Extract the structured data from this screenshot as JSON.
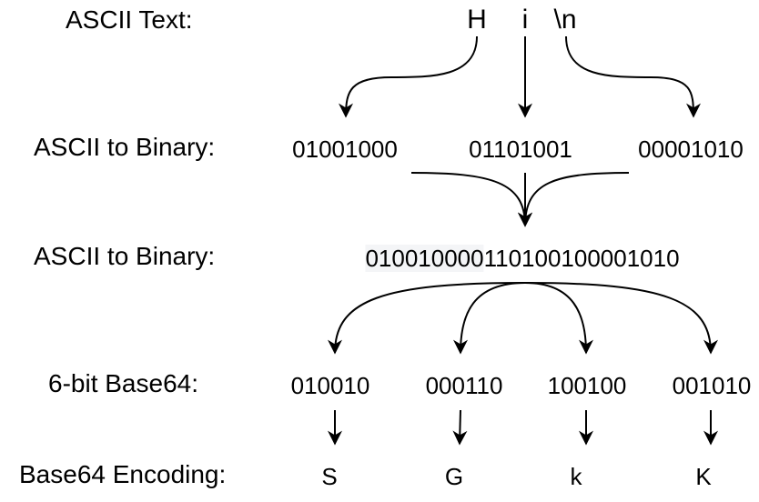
{
  "rows": {
    "ascii_text": {
      "label": "ASCII Text:",
      "chars": [
        "H",
        "i",
        "\\n"
      ]
    },
    "ascii_binary": {
      "label": "ASCII to Binary:",
      "values": [
        "01001000",
        "01101001",
        "00001010"
      ]
    },
    "concatenated": {
      "label": "ASCII to Binary:",
      "highlighted_part": "010010000",
      "rest_part": "110100100001010"
    },
    "six_bit": {
      "label": "6-bit Base64:",
      "values": [
        "010010",
        "000110",
        "100100",
        "001010"
      ]
    },
    "encoding": {
      "label": "Base64 Encoding:",
      "values": [
        "S",
        "G",
        "k",
        "K"
      ]
    }
  },
  "colors": {
    "text": "#000000",
    "arrow": "#000000",
    "highlight": "#f4f5f7",
    "background": "#ffffff"
  }
}
